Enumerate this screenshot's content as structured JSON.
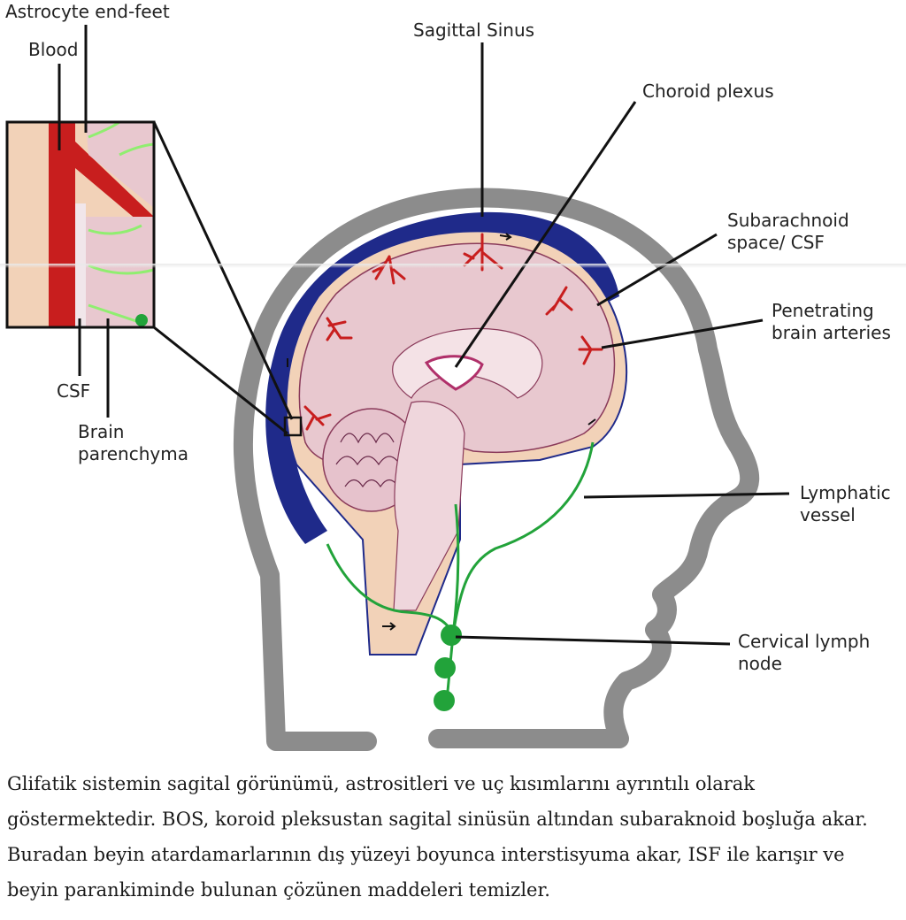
{
  "diagram": {
    "labels": {
      "astrocyte_end_feet": "Astrocyte end-feet",
      "blood": "Blood",
      "csf": "CSF",
      "brain_parenchyma_1": "Brain",
      "brain_parenchyma_2": "parenchyma",
      "sagittal_sinus": "Sagittal Sinus",
      "choroid_plexus": "Choroid plexus",
      "subarachnoid_1": "Subarachnoid",
      "subarachnoid_2": "space/ CSF",
      "penetrating_1": "Penetrating",
      "penetrating_2": "brain arteries",
      "lymphatic_1": "Lymphatic",
      "lymphatic_2": "vessel",
      "cervical_1": "Cervical lymph",
      "cervical_2": "node"
    },
    "colors": {
      "head_outline": "#8c8c8c",
      "sinus": "#1f2a8a",
      "csf_layer": "#f2d2b8",
      "brain": "#e8c8cf",
      "artery": "#c81e1e",
      "lymph": "#22a33a",
      "astrocyte": "#90ee70"
    }
  },
  "caption": {
    "text": "Glifatik sistemin sagital görünümü, astrositleri ve uç kısımlarını ayrıntılı olarak göstermektedir. BOS, koroid pleksustan sagital sinüsün altından subaraknoid boşluğa akar. Buradan beyin atardamarlarının dış yüzeyi boyunca interstisyuma akar, ISF ile karışır ve beyin parankiminde bulunan çözünen maddeleri temizler."
  }
}
